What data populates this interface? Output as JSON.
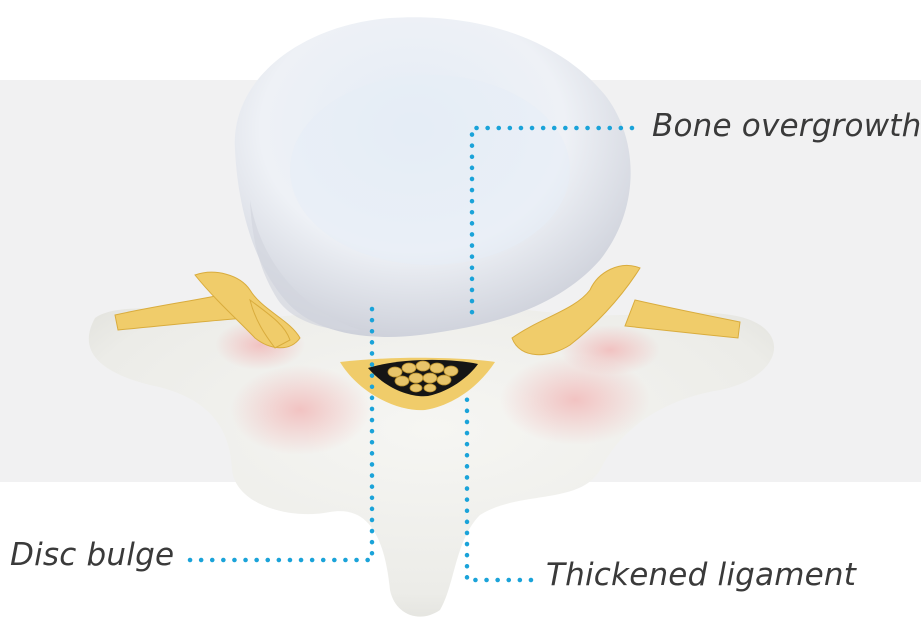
{
  "labels": {
    "bone_overgrowth": "Bone overgrowth",
    "disc_bulge": "Disc bulge",
    "thickened_ligament": "Thickened ligament"
  },
  "colors": {
    "background_band": "#f1f1f2",
    "leader_line": "#1aa3d9",
    "label_text": "#3a3a3a",
    "bone": "#f3f3f0",
    "disc": "#eef1f7",
    "nerve": "#f0cc6a",
    "inflammation": "#f2b8b8"
  }
}
